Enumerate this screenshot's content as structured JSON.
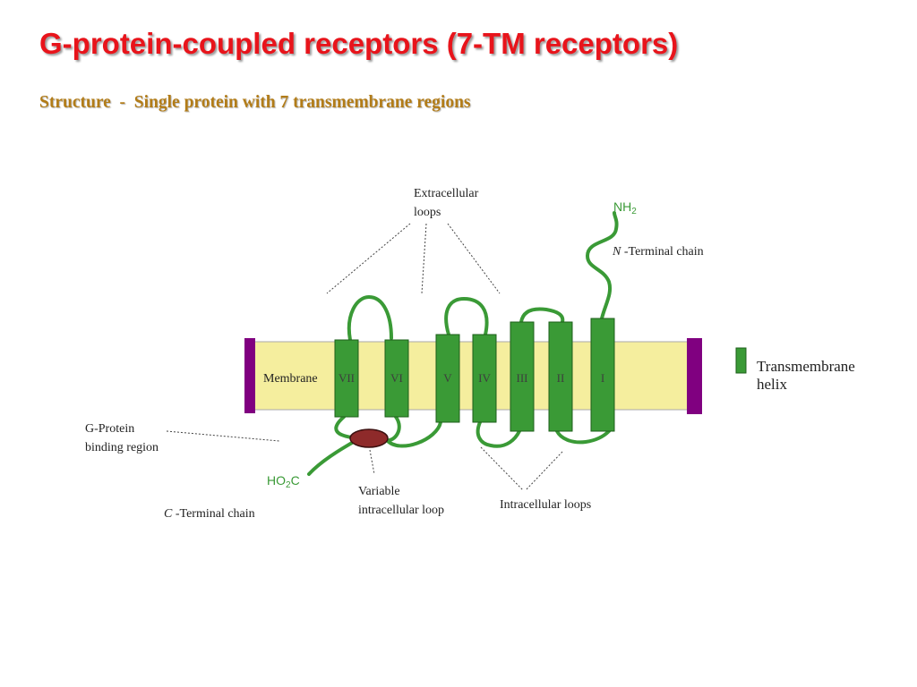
{
  "title": "G-protein-coupled receptors (7-TM receptors)",
  "subtitle": "Structure  -  Single protein with 7 transmembrane regions",
  "colors": {
    "title": "#e8141b",
    "subtitle": "#b27c18",
    "membrane": "#f5ee9e",
    "membrane_edge": "#800080",
    "helix_fill": "#3a9a36",
    "helix_stroke": "#1e5f1b",
    "chain": "#3a9a36",
    "gprotein_region": "#8e2a2a"
  },
  "labels": {
    "extracellular_line1": "Extracellular",
    "extracellular_line2": "loops",
    "nh2_main": "NH",
    "nh2_sub": "2",
    "n_terminal_italic": "N",
    "n_terminal_rest": " -Terminal chain",
    "membrane": "Membrane",
    "gprotein_line1": "G-Protein",
    "gprotein_line2": "binding region",
    "ho2c_a": "HO",
    "ho2c_sub": "2",
    "ho2c_b": "C",
    "c_terminal_italic": "C",
    "c_terminal_rest": " -Terminal chain",
    "variable_line1": "Variable",
    "variable_line2": "intracellular loop",
    "intracellular": "Intracellular loops",
    "legend_line1": "Transmembrane",
    "legend_line2": "helix"
  },
  "helices": [
    "VII",
    "VI",
    "V",
    "IV",
    "III",
    "II",
    "I"
  ]
}
